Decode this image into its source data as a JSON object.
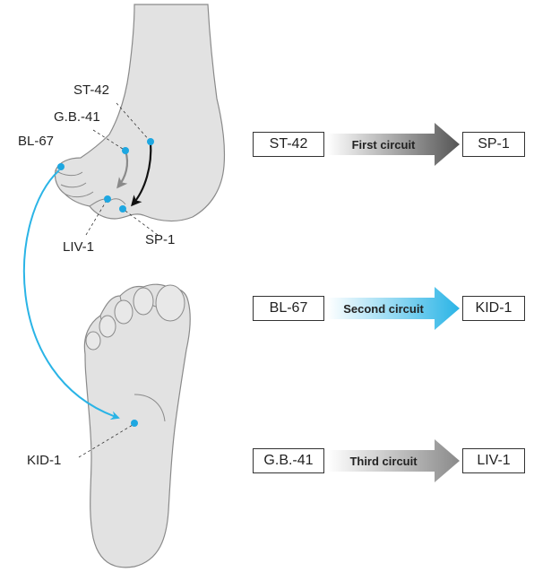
{
  "points": {
    "st42": "ST-42",
    "gb41": "G.B.-41",
    "bl67": "BL-67",
    "liv1": "LIV-1",
    "sp1": "SP-1",
    "kid1": "KID-1"
  },
  "circuits": [
    {
      "from": "ST-42",
      "label": "First circuit",
      "to": "SP-1",
      "color": "#555555"
    },
    {
      "from": "BL-67",
      "label": "Second circuit",
      "to": "KID-1",
      "color": "#2ab4e6"
    },
    {
      "from": "G.B.-41",
      "label": "Third circuit",
      "to": "LIV-1",
      "color": "#8a8a8a"
    }
  ],
  "colors": {
    "point": "#1ea7e1",
    "foot_fill": "#e2e2e2",
    "foot_stroke": "#8a8a8a",
    "blue_arrow": "#2ab4e6"
  }
}
